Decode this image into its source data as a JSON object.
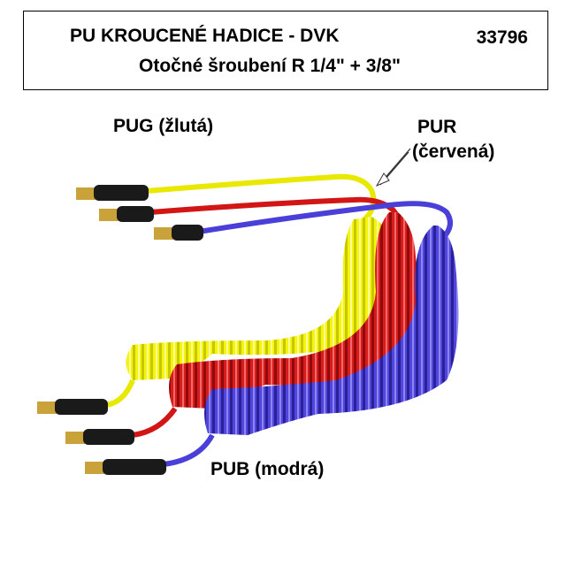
{
  "header": {
    "title": "PU KROUCENÉ HADICE - DVK",
    "code": "33796",
    "subtitle": "Otočné šroubení R 1/4\" + 3/8\""
  },
  "labels": {
    "yellow": "PUG (žlutá)",
    "red_line1": "PUR",
    "red_line2": "(červená)",
    "blue": "PUB (modrá)"
  },
  "colors": {
    "yellow": "#f2f20a",
    "red": "#d21616",
    "blue": "#4a3fd8",
    "fitting": "#c9a23a",
    "sleeve": "#1a1a1a"
  }
}
